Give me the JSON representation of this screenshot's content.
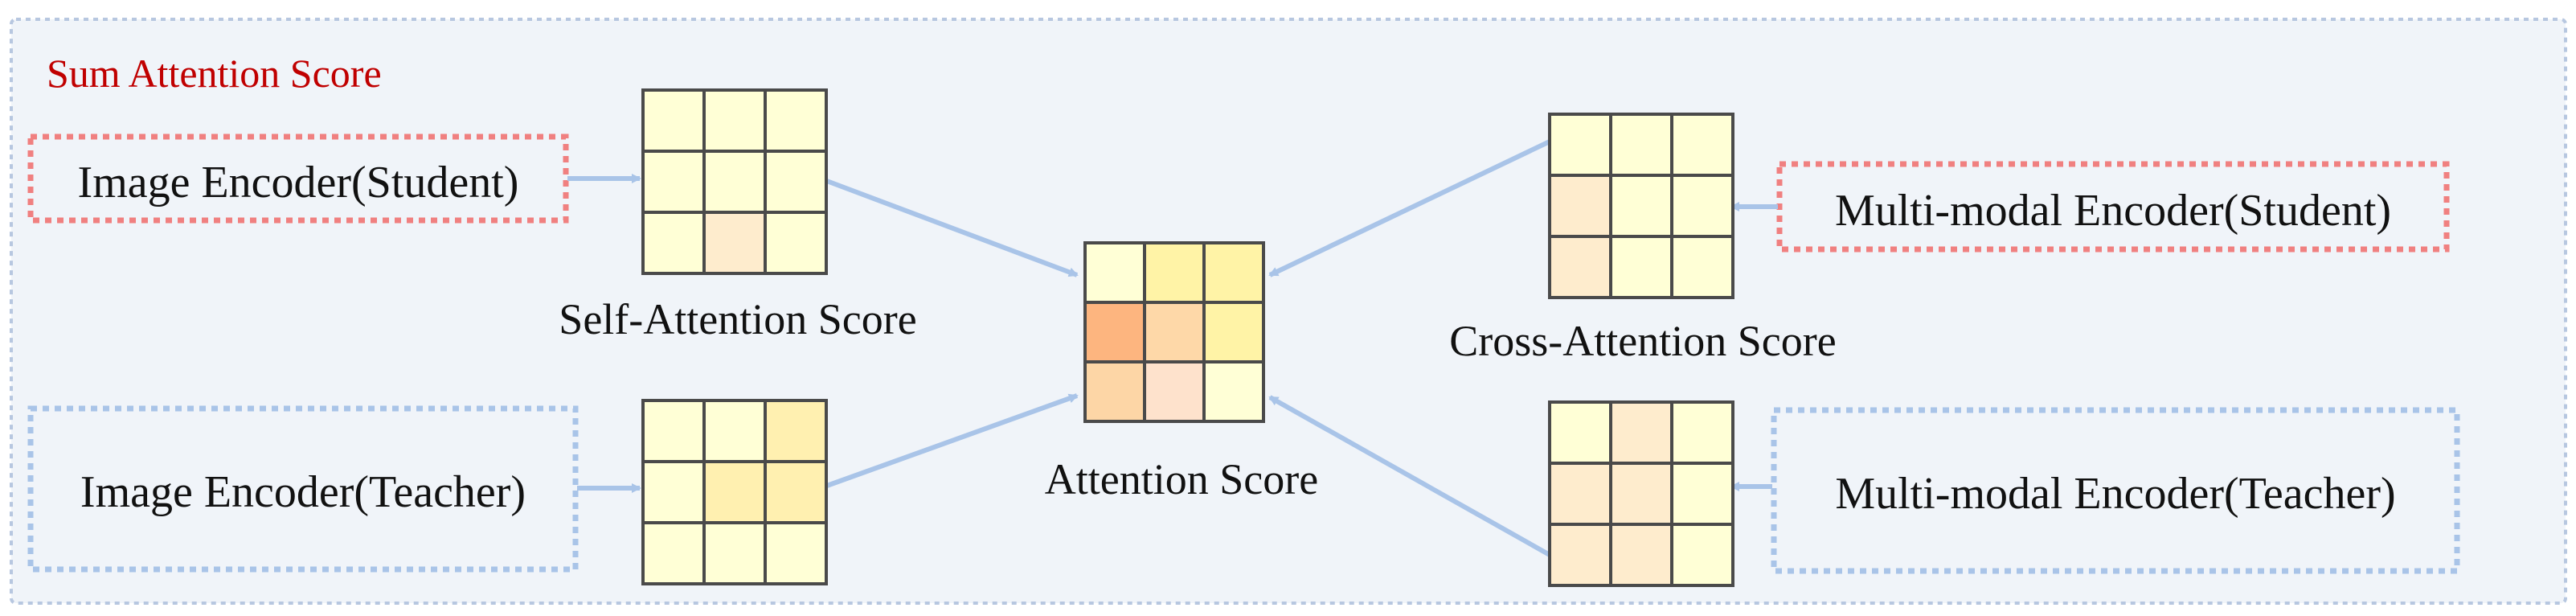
{
  "title": "Sum Attention Score",
  "colors": {
    "panel_bg": "#f0f4f9",
    "panel_border": "#b7c7e0",
    "student_border": "#f08080",
    "teacher_border": "#a9c4e8",
    "arrow": "#a9c4e8",
    "grid_line": "#4a4a4a",
    "title": "#c00000"
  },
  "encoders": {
    "image_student": "Image Encoder(Student)",
    "image_teacher": "Image Encoder(Teacher)",
    "mm_student": "Multi-modal Encoder(Student)",
    "mm_teacher": "Multi-modal Encoder(Teacher)"
  },
  "matrices": {
    "self_student": {
      "label": "Self-Attention Score",
      "cells": [
        "#ffffd6",
        "#ffffd6",
        "#ffffd6",
        "#ffffd6",
        "#ffffd6",
        "#ffffd6",
        "#ffffd6",
        "#feeccd",
        "#ffffd6"
      ]
    },
    "self_teacher": {
      "cells": [
        "#ffffd6",
        "#ffffd6",
        "#fff0b0",
        "#ffffd6",
        "#fff0b0",
        "#fff0b0",
        "#ffffd6",
        "#ffffd6",
        "#ffffd6"
      ]
    },
    "cross_student": {
      "label": "Cross-Attention Score",
      "cells": [
        "#ffffd6",
        "#ffffd6",
        "#ffffd6",
        "#feeccd",
        "#ffffd6",
        "#ffffd6",
        "#feeccd",
        "#ffffd6",
        "#ffffd6"
      ]
    },
    "cross_teacher": {
      "cells": [
        "#ffffd6",
        "#feeccd",
        "#ffffd6",
        "#feeccd",
        "#feeccd",
        "#ffffd6",
        "#feeccd",
        "#feeccd",
        "#ffffd6"
      ]
    },
    "combined": {
      "label": "Attention Score",
      "cells": [
        "#ffffd6",
        "#fff3a6",
        "#fff3a6",
        "#fdb57f",
        "#fed8a8",
        "#fff3a6",
        "#fdd6a6",
        "#fee2cc",
        "#ffffd6"
      ]
    }
  }
}
